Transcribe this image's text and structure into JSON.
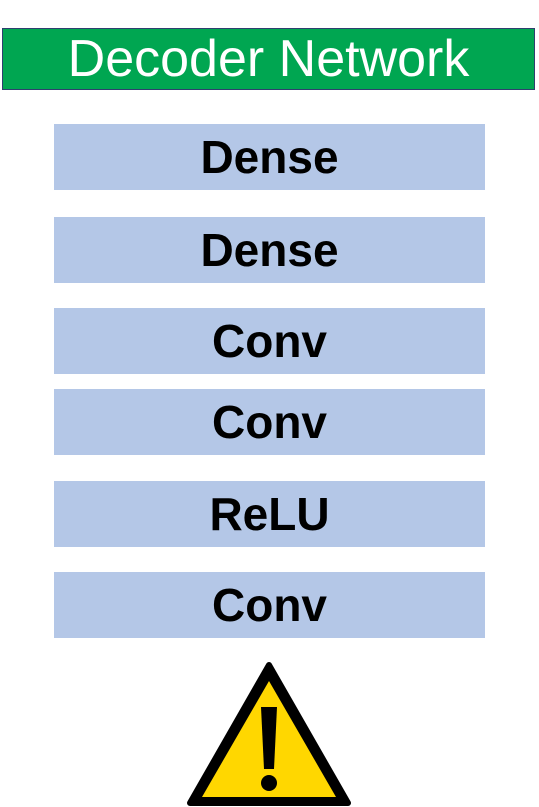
{
  "title": "Decoder Network",
  "colors": {
    "header_fill": "#00a651",
    "layer_fill": "#b4c7e7",
    "warning_fill": "#ffd700"
  },
  "layers": [
    {
      "label": "Dense"
    },
    {
      "label": "Dense"
    },
    {
      "label": "Conv"
    },
    {
      "label": "Conv"
    },
    {
      "label": "ReLU"
    },
    {
      "label": "Conv"
    }
  ],
  "warning_icon": "warning-triangle-icon"
}
